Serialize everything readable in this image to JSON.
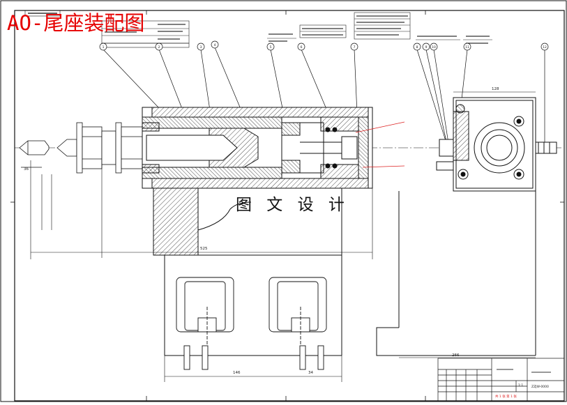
{
  "drawing": {
    "title": "AO-尾座装配图",
    "watermark": "图 文 设 计"
  },
  "balloons": [
    "1",
    "2",
    "3",
    "4",
    "5",
    "6",
    "7",
    "8",
    "9",
    "10",
    "11",
    "12"
  ],
  "dimensions": {
    "d_525": "525",
    "d_128": "128",
    "d_266": "266",
    "d_146": "146",
    "d_36": "36",
    "d_34": "34"
  },
  "title_block": {
    "drawing_no": "ZZJW-0000",
    "scale": "1:1",
    "sheet": "共 1 张 第 1 张"
  },
  "colors": {
    "line": "#111111",
    "title_red": "#e60000",
    "note_red": "#d22222"
  }
}
